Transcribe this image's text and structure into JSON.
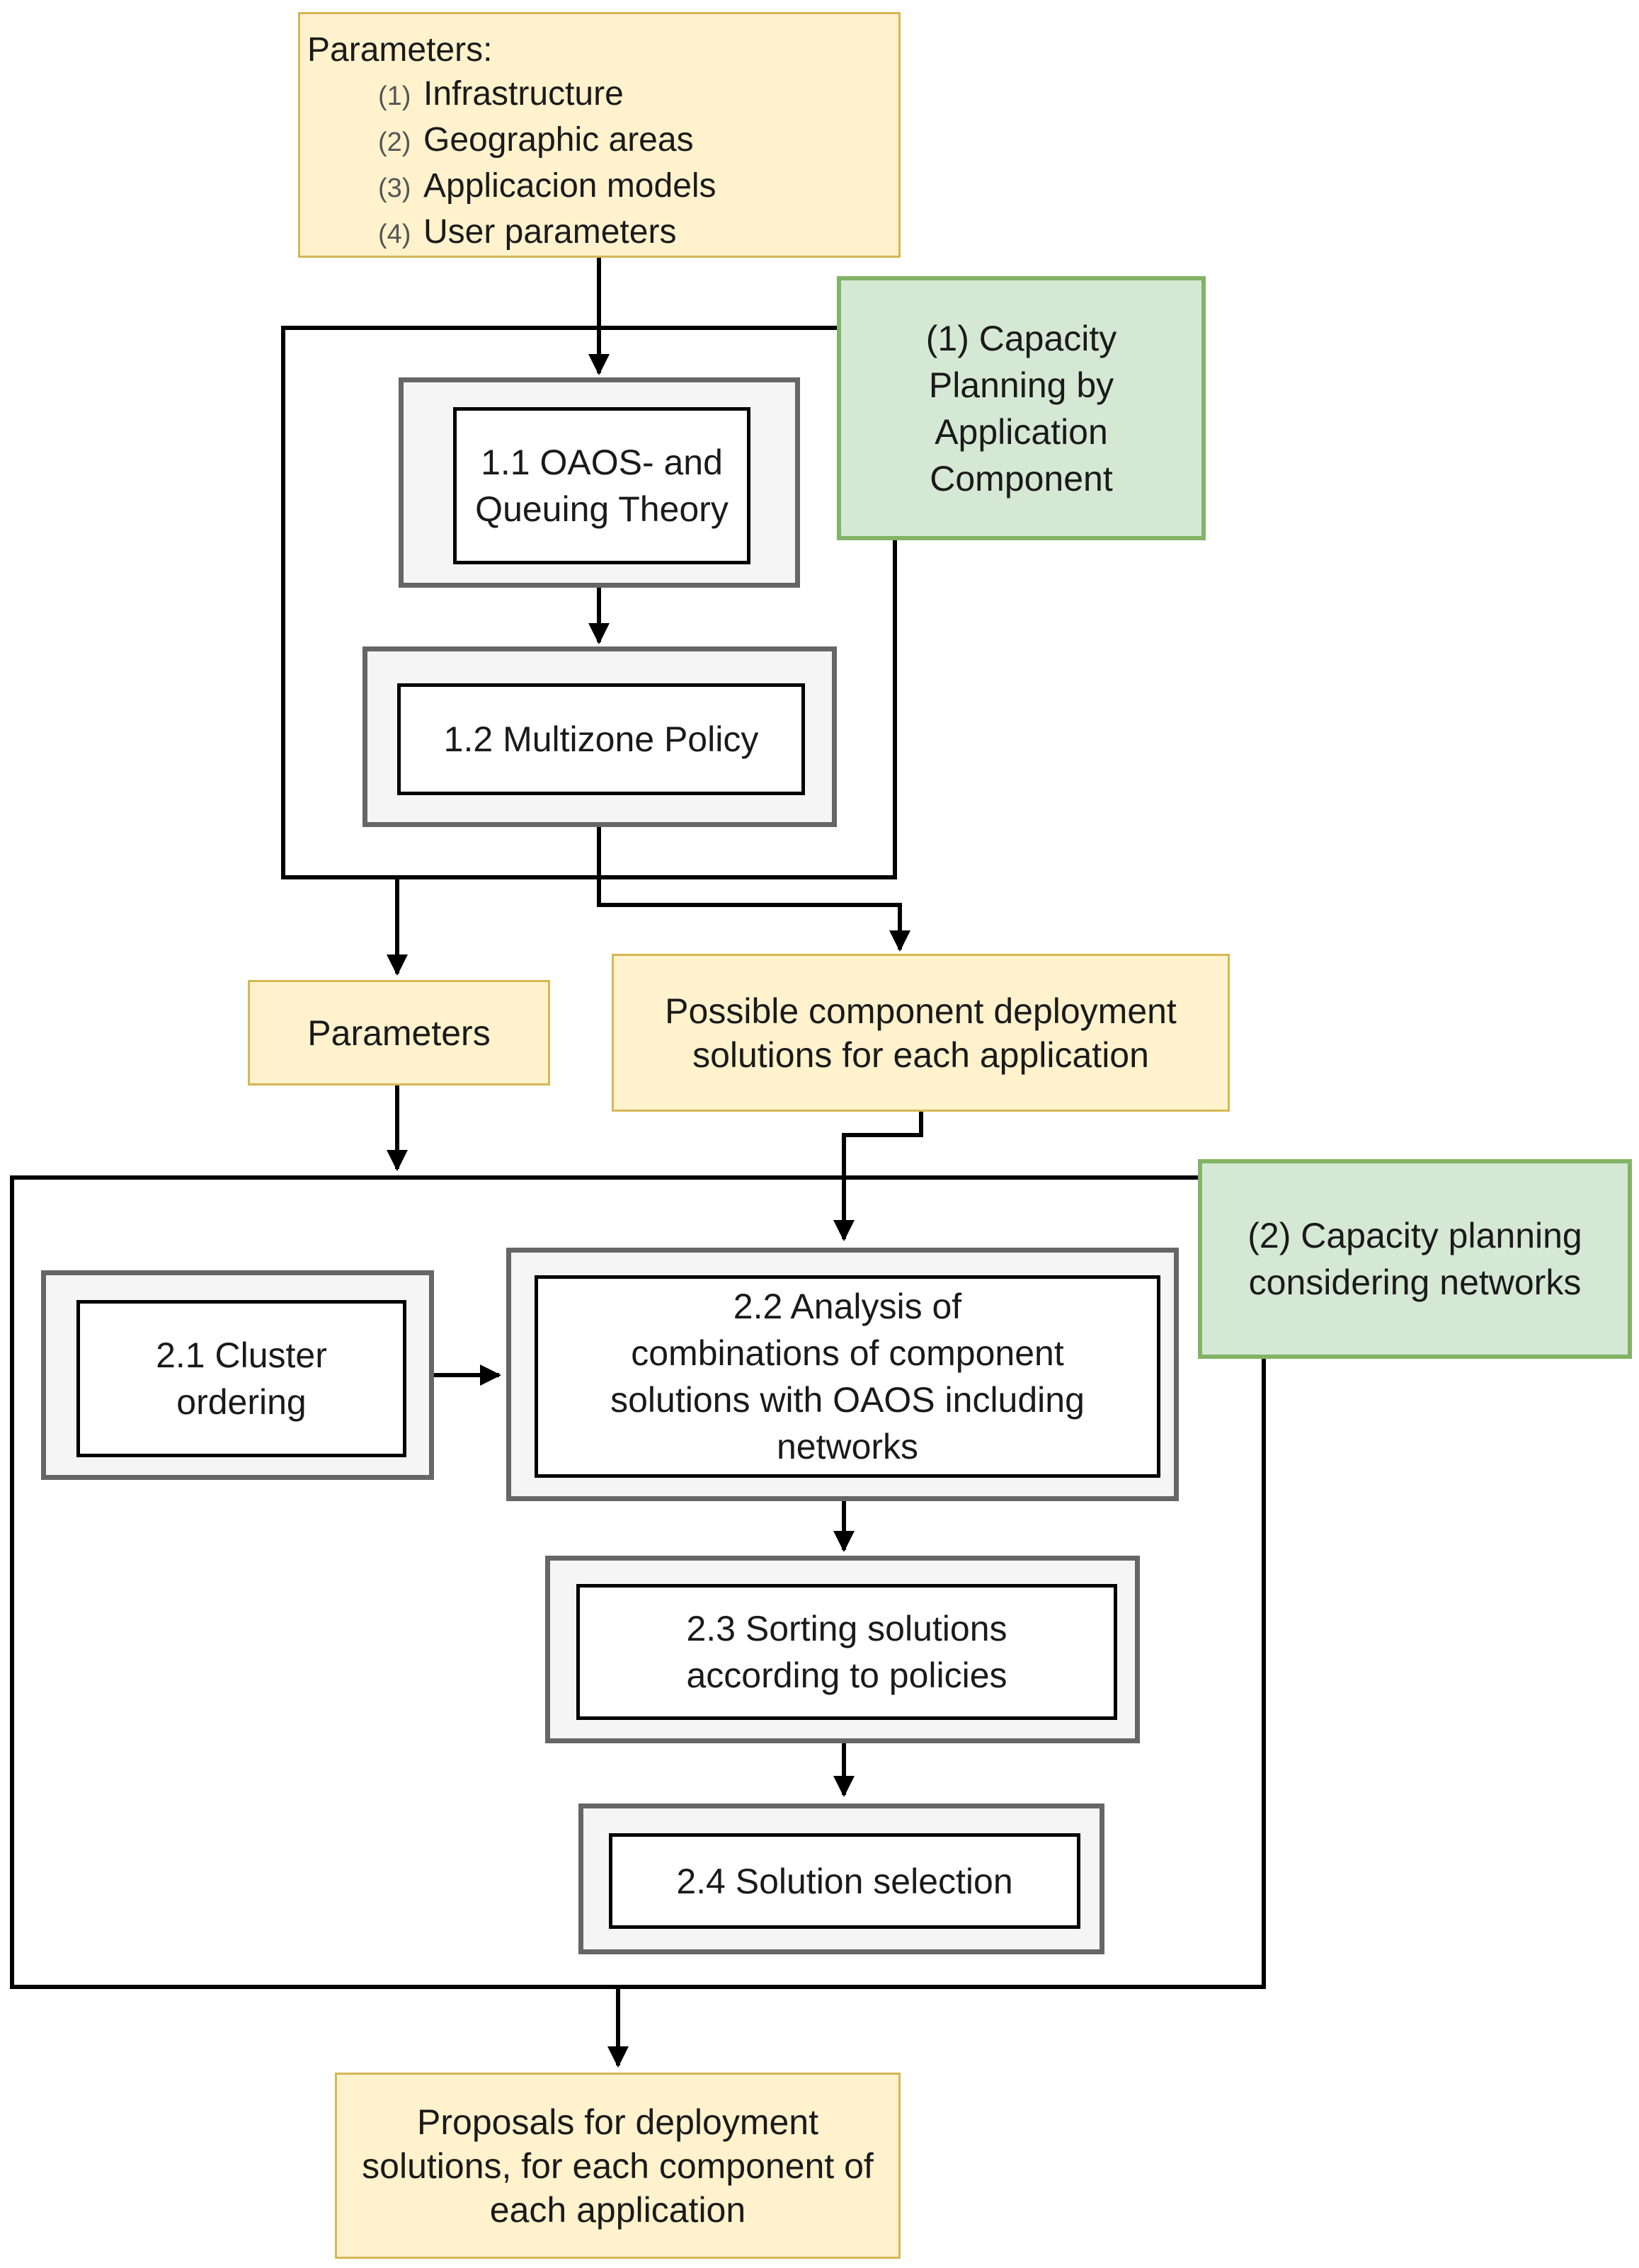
{
  "parameters_box": {
    "heading": "Parameters:",
    "items": [
      {
        "num": "(1)",
        "label": "Infrastructure"
      },
      {
        "num": "(2)",
        "label": "Geographic areas"
      },
      {
        "num": "(3)",
        "label": "Applicacion models"
      },
      {
        "num": "(4)",
        "label": "User parameters"
      }
    ]
  },
  "stage1": {
    "title": "(1) Capacity\nPlanning by\nApplication\nComponent",
    "step_1_1": "1.1 OAOS- and\nQueuing Theory",
    "step_1_2": "1.2 Multizone Policy"
  },
  "parameters_label": "Parameters",
  "possible_solutions": "Possible component deployment\nsolutions for each application",
  "stage2": {
    "title": "(2) Capacity planning\nconsidering networks",
    "step_2_1": "2.1 Cluster\nordering",
    "step_2_2": "2.2 Analysis of\ncombinations of component\nsolutions with OAOS including\nnetworks",
    "step_2_3": "2.3 Sorting solutions\naccording to policies",
    "step_2_4": "2.4 Solution selection"
  },
  "proposals": "Proposals for deployment\nsolutions, for each component of\neach application",
  "colors": {
    "input_fill": "#fff2cc",
    "input_border": "#d6b656",
    "stage_fill": "#d5e8d4",
    "stage_border": "#82b366",
    "step_outer_fill": "#f5f5f5",
    "step_outer_border": "#666666"
  }
}
